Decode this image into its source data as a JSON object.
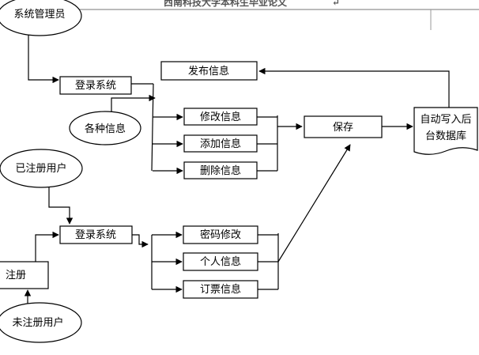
{
  "header": {
    "text": "西南科技大学本科生毕业论文",
    "mark": "↵"
  },
  "nodes": {
    "system_admin": "系统管理员",
    "login_top": "登录系统",
    "various_info": "各种信息",
    "publish_info": "发布信息",
    "modify_info": "修改信息",
    "add_info": "添加信息",
    "delete_info": "删除信息",
    "save": "保存",
    "db_line1": "自动写入后",
    "db_line2": "台数据库",
    "registered_user": "已注册用户",
    "login_bottom": "登录系统",
    "register": "注册",
    "unregistered_user": "未注册用户",
    "password_change": "密码修改",
    "personal_info": "个人信息",
    "booking_info": "订票信息"
  }
}
